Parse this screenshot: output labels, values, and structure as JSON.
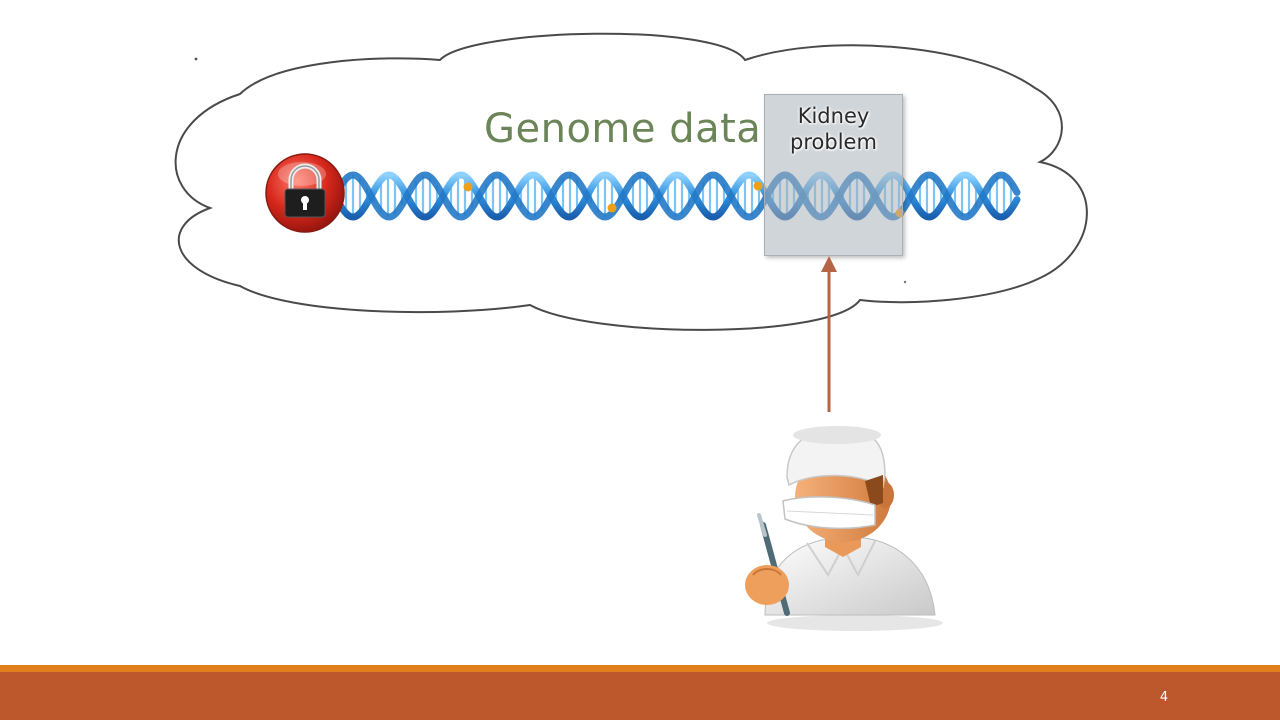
{
  "slide": {
    "title": "Genome data",
    "highlight_label_line1": "Kidney",
    "highlight_label_line2": "problem",
    "page_number": "4"
  },
  "icons": {
    "lock": "padlock-icon",
    "dna": "dna-helix-icon",
    "person": "surgeon-icon"
  },
  "colors": {
    "title": "#6b8559",
    "footer_bar": "#bd582c",
    "footer_stripe": "#e07f1c",
    "arrow": "#b56446",
    "dna": "#2f8fdc",
    "lock_badge": "#cc2b20"
  }
}
